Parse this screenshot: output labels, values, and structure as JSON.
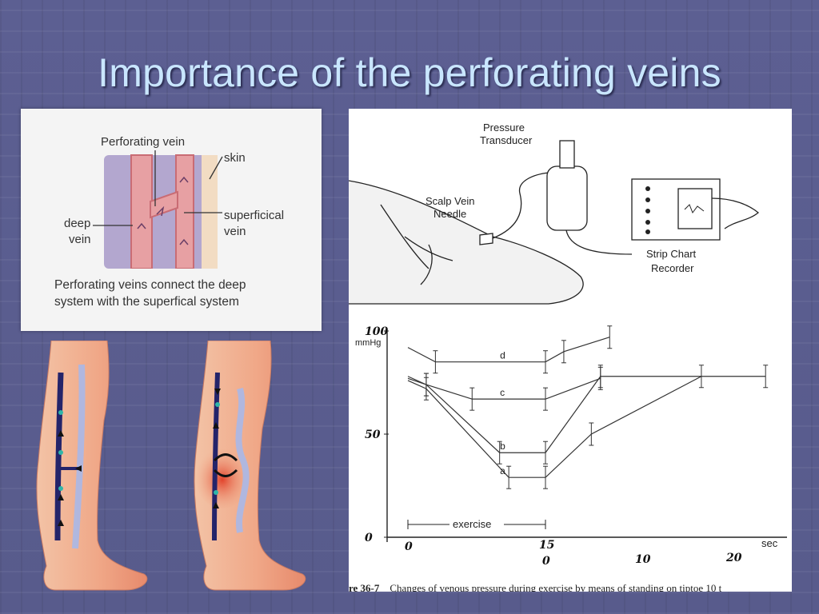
{
  "slide": {
    "title": "Importance of the perforating veins"
  },
  "diagram": {
    "labels": {
      "perforating": "Perforating vein",
      "skin": "skin",
      "deep_line1": "deep",
      "deep_line2": "vein",
      "superficial_line1": "superficical",
      "superficial_line2": "vein"
    },
    "caption_line1": "Perforating veins connect the deep",
    "caption_line2": "system with the superfical system",
    "colors": {
      "vein": "#e7a0a3",
      "tissue": "#b3a7cf",
      "skin": "#f2dcc3"
    }
  },
  "apparatus": {
    "pressure_transducer": [
      "Pressure",
      "Transducer"
    ],
    "scalp_vein_needle": [
      "Scalp Vein",
      "Needle"
    ],
    "strip_chart_recorder": [
      "Strip Chart",
      "Recorder"
    ]
  },
  "chart_data": {
    "type": "line",
    "ylabel": "mmHg",
    "xlabel": "sec",
    "ylim": [
      0,
      100
    ],
    "y_ticks": [
      "0",
      "50",
      "100"
    ],
    "x_ticks_exercise": [
      "0",
      "15"
    ],
    "x_ticks_recovery": [
      "0",
      "10",
      "20"
    ],
    "annotation": "exercise",
    "series": [
      {
        "name": "d",
        "x": [
          0,
          3,
          15,
          17,
          22
        ],
        "y": [
          92,
          85,
          85,
          90,
          97
        ]
      },
      {
        "name": "c",
        "x": [
          0,
          2,
          7,
          15,
          21
        ],
        "y": [
          77,
          74,
          67,
          67,
          77
        ]
      },
      {
        "name": "b",
        "x": [
          0,
          2,
          10,
          15,
          21,
          39
        ],
        "y": [
          78,
          74,
          41,
          41,
          78,
          78
        ]
      },
      {
        "name": "a",
        "x": [
          0,
          2,
          11,
          15,
          20,
          32
        ],
        "y": [
          76,
          72,
          29,
          29,
          50,
          78
        ]
      }
    ],
    "caption_prefix": "re 36-7",
    "caption": "Changes of venous pressure during exercise by means of standing on tiptoe 10 t"
  }
}
